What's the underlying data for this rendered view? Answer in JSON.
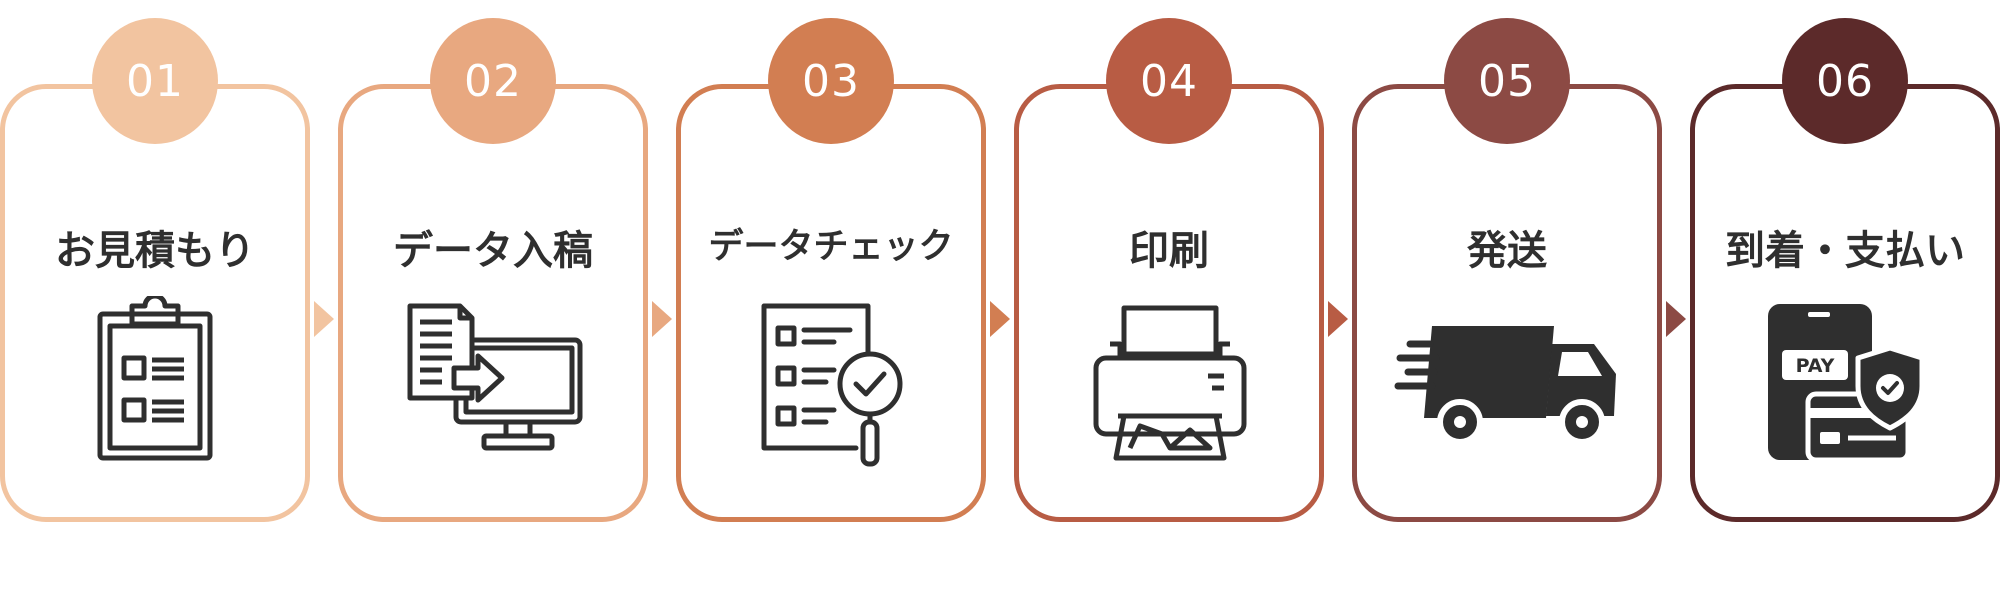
{
  "steps": [
    {
      "number": "01",
      "label": "お見積もり",
      "icon": "clipboard-icon",
      "color": "#F2C4A0"
    },
    {
      "number": "02",
      "label": "データ入稿",
      "icon": "file-upload-monitor-icon",
      "color": "#E8A880"
    },
    {
      "number": "03",
      "label": "データチェック",
      "icon": "checklist-magnifier-icon",
      "color": "#D27E52"
    },
    {
      "number": "04",
      "label": "印刷",
      "icon": "printer-icon",
      "color": "#B85C44"
    },
    {
      "number": "05",
      "label": "発送",
      "icon": "delivery-truck-icon",
      "color": "#8C4A44"
    },
    {
      "number": "06",
      "label": "到着・支払い",
      "icon": "mobile-payment-icon",
      "color": "#5C2A2A",
      "pay_text": "PAY"
    }
  ]
}
